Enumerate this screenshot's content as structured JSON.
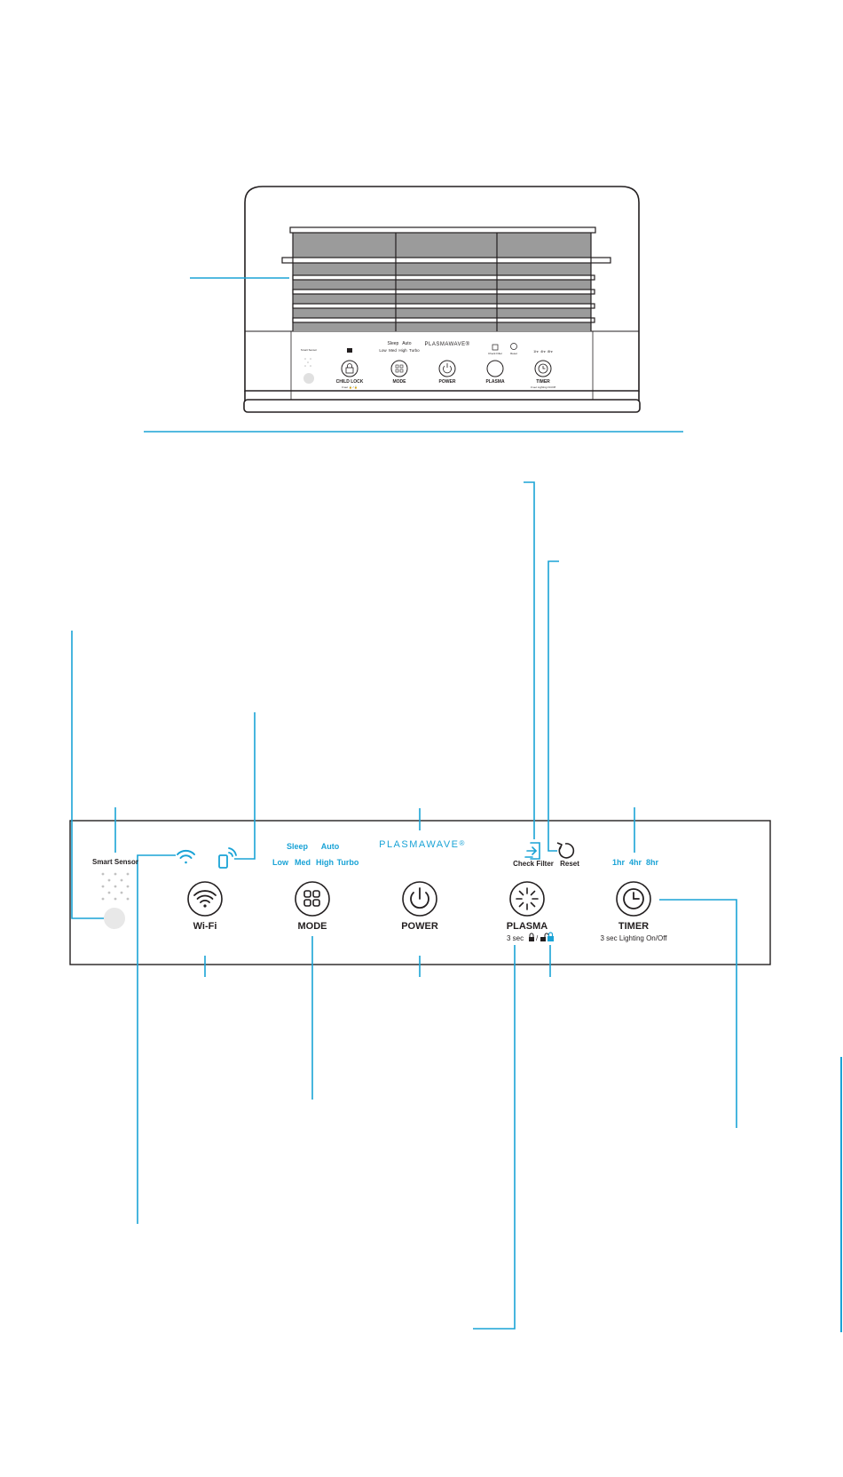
{
  "colors": {
    "accent": "#1aa3d6",
    "ink": "#231f20",
    "sensor": "#e8e8e8"
  },
  "device": {
    "small_panel": {
      "smart_sensor": "Smart Sensor",
      "mode_top": "Sleep   Auto",
      "mode_bottom": "Low  Med  High  Turbo",
      "brand": "PLASMAWAVE®",
      "check_filter": "Check Filter",
      "reset": "Reset",
      "timer_hours": "1hr  4hr  8hr",
      "child_lock": "CHILD LOCK",
      "child_lock_sub": "3 sec 🔒 / 🔓",
      "mode": "MODE",
      "power": "POWER",
      "plasma": "PLASMA",
      "timer": "TIMER",
      "timer_sub": "3 sec Lighting On/Off"
    }
  },
  "panel": {
    "smart_sensor": "Smart Sensor",
    "mode_sleep": "Sleep",
    "mode_auto": "Auto",
    "mode_low": "Low",
    "mode_med": "Med",
    "mode_high": "High",
    "mode_turbo": "Turbo",
    "brand": "PLASMAWAVE",
    "brand_mark": "®",
    "check_filter": "Check Filter",
    "reset": "Reset",
    "timer_1": "1hr",
    "timer_4": "4hr",
    "timer_8": "8hr",
    "wifi": "Wi-Fi",
    "mode": "MODE",
    "power": "POWER",
    "plasma": "PLASMA",
    "plasma_sub": "3 sec",
    "plasma_sub_sep": "/",
    "timer": "TIMER",
    "timer_sub": "3 sec Lighting On/Off"
  },
  "icons": [
    "wifi-icon",
    "smartphone-icon",
    "mode-grid-icon",
    "power-icon",
    "plasma-icon",
    "clock-icon",
    "filter-icon",
    "reset-icon",
    "lock-icon",
    "unlock-icon"
  ]
}
